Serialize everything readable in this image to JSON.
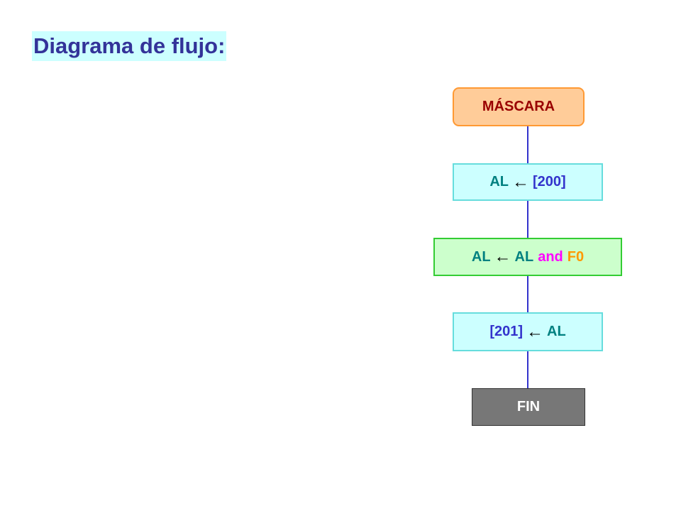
{
  "title": "Diagrama de flujo:",
  "flowchart": {
    "start": {
      "label": "MÁSCARA"
    },
    "step1": {
      "lhs": "AL",
      "arrow": "←",
      "rhs": "[200]"
    },
    "step2": {
      "lhs": "AL",
      "arrow": "←",
      "operand1": "AL",
      "operator": "and",
      "operand2": "F0"
    },
    "step3": {
      "lhs": "[201]",
      "arrow": "←",
      "rhs": "AL"
    },
    "end": {
      "label": "FIN"
    }
  },
  "colors": {
    "title_text": "#333399",
    "title_background": "#ccffff",
    "register": "#008080",
    "memory": "#3333cc",
    "operator": "#ff00ff",
    "constant": "#ff9900",
    "connector": "#3333cc"
  }
}
